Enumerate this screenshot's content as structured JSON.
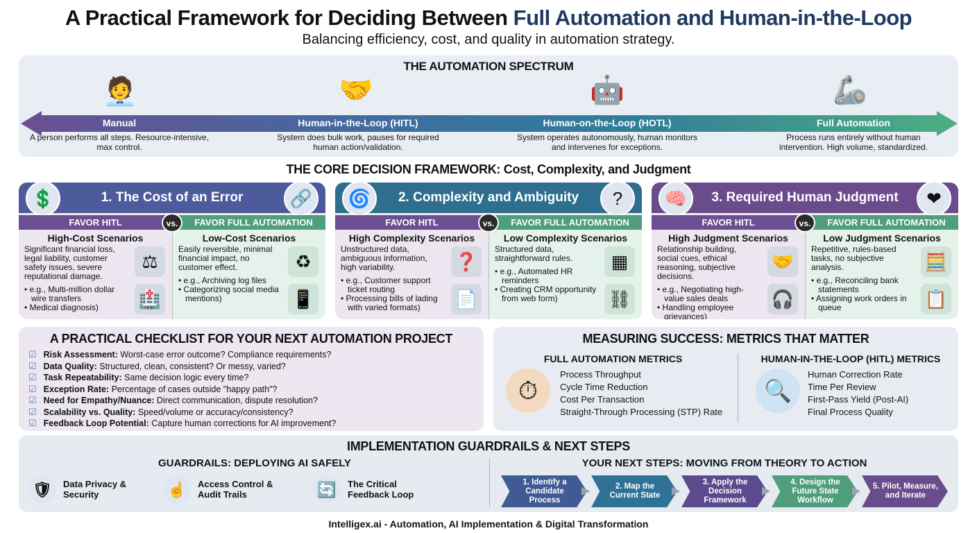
{
  "header": {
    "title_part1": "A Practical Framework for Deciding Between ",
    "title_part2": "Full Automation and Human-in-the-Loop",
    "subtitle": "Balancing efficiency, cost, and quality in automation strategy."
  },
  "spectrum": {
    "heading": "THE AUTOMATION SPECTRUM",
    "stages": [
      {
        "label": "Manual",
        "desc": "A person performs all steps. Resource-intensive, max control.",
        "icon": "person-at-desk-icon"
      },
      {
        "label": "Human-in-the-Loop (HITL)",
        "desc": "System does bulk work, pauses for required human action/validation.",
        "icon": "human-robot-handshake-icon"
      },
      {
        "label": "Human-on-the-Loop (HOTL)",
        "desc": "System operates autonomously, human monitors and intervenes for exceptions.",
        "icon": "robot-monitor-icon"
      },
      {
        "label": "Full Automation",
        "desc": "Process runs entirely without human intervention. High volume, standardized.",
        "icon": "robot-arm-icon"
      }
    ]
  },
  "framework": {
    "heading": "THE CORE DECISION FRAMEWORK: Cost, Complexity, and Judgment",
    "favor_hitl": "FAVOR HITL",
    "favor_auto": "FAVOR FULL AUTOMATION",
    "vs": "vs.",
    "cards": [
      {
        "title": "1. The Cost of an Error",
        "left": {
          "heading": "High-Cost Scenarios",
          "desc": "Significant financial loss, legal liability, customer safety issues, severe reputational damage.",
          "items": [
            "e.g., Multi-million dollar wire transfers",
            "Medical diagnosis)"
          ]
        },
        "right": {
          "heading": "Low-Cost Scenarios",
          "desc": "Easily reversible, minimal financial impact, no customer effect.",
          "items": [
            "e.g., Archiving log files",
            "Categorizing social media mentions)"
          ]
        }
      },
      {
        "title": "2. Complexity and Ambiguity",
        "left": {
          "heading": "High Complexity Scenarios",
          "desc": "Unstructured data, ambiguous information, high variability.",
          "items": [
            "e.g., Customer support ticket routing",
            "Processing bills of lading with varied formats)"
          ]
        },
        "right": {
          "heading": "Low Complexity Scenarios",
          "desc": "Structured data, straightforward rules.",
          "items": [
            "e.g., Automated HR reminders",
            "Creating CRM opportunity from web form)"
          ]
        }
      },
      {
        "title": "3. Required Human Judgment",
        "left": {
          "heading": "High Judgment Scenarios",
          "desc": "Relationship building, social cues, ethical reasoning, subjective decisions.",
          "items": [
            "e.g., Negotiating high-value sales deals",
            "Handling employee grievances)"
          ]
        },
        "right": {
          "heading": "Low Judgment Scenarios",
          "desc": "Repetitive, rules-based tasks, no subjective analysis.",
          "items": [
            "e.g., Reconciling bank statements",
            "Assigning work orders in queue"
          ]
        }
      }
    ]
  },
  "checklist": {
    "heading": "A PRACTICAL CHECKLIST FOR YOUR NEXT AUTOMATION PROJECT",
    "items": [
      {
        "b": "Risk Assessment:",
        "t": " Worst-case error outcome? Compliance requirements?"
      },
      {
        "b": "Data Quality:",
        "t": " Structured, clean, consistent? Or messy, varied?"
      },
      {
        "b": "Task Repeatability:",
        "t": " Same decision logic every time?"
      },
      {
        "b": "Exception Rate:",
        "t": " Percentage of cases outside \"happy path\"?"
      },
      {
        "b": "Need for Empathy/Nuance:",
        "t": " Direct communication, dispute resolution?"
      },
      {
        "b": "Scalability vs. Quality:",
        "t": " Speed/volume or accuracy/consistency?"
      },
      {
        "b": "Feedback Loop Potential:",
        "t": " Capture human corrections for AI improvement?"
      }
    ]
  },
  "metrics": {
    "heading": "MEASURING SUCCESS: METRICS THAT MATTER",
    "full": {
      "heading": "FULL AUTOMATION METRICS",
      "items": [
        "Process Throughput",
        "Cycle Time Reduction",
        "Cost Per Transaction",
        "Straight-Through Processing (STP) Rate"
      ]
    },
    "hitl": {
      "heading": "HUMAN-IN-THE-LOOP (HITL) METRICS",
      "items": [
        "Human Correction Rate",
        "Time Per Review",
        "First-Pass Yield (Post-AI)",
        "Final Process Quality"
      ]
    }
  },
  "guardrails": {
    "heading": "IMPLEMENTATION GUARDRAILS & NEXT STEPS",
    "sub": "GUARDRAILS: DEPLOYING AI SAFELY",
    "items": [
      "Data Privacy & Security",
      "Access Control & Audit Trails",
      "The Critical Feedback Loop"
    ],
    "steps_heading": "YOUR NEXT STEPS: MOVING FROM THEORY TO ACTION",
    "steps": [
      "1. Identify a Candidate Process",
      "2. Map the Current State",
      "3. Apply the Decision Framework",
      "4. Design the Future State Workflow",
      "5. Pilot, Measure, and Iterate"
    ]
  },
  "footer": "Intelligex.ai - Automation, AI Implementation & Digital Transformation",
  "colors": {
    "purple": "#6b4f92",
    "teal": "#2f7296",
    "green": "#4f9e7c",
    "navy": "#1d3a5f"
  }
}
